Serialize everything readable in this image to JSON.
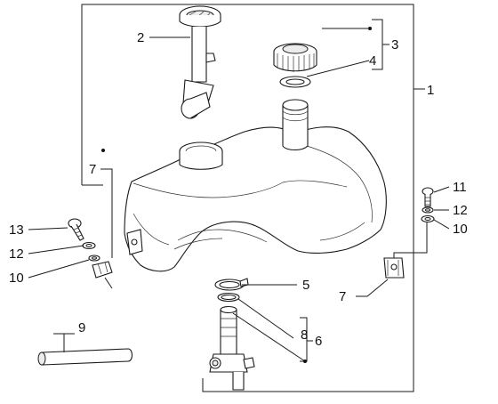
{
  "callouts": {
    "c1": "1",
    "c2": "2",
    "c3": "3",
    "c4": "4",
    "c5": "5",
    "c6": "6",
    "c7a": "7",
    "c7b": "7",
    "c8": "8",
    "c9": "9",
    "c10a": "10",
    "c10b": "10",
    "c11": "11",
    "c12a": "12",
    "c12b": "12",
    "c13": "13"
  },
  "icons": [
    "fuel-tank",
    "fuel-gauge-sender",
    "filler-cap",
    "cap-gasket",
    "hose-clamp",
    "fuel-tap",
    "o-ring",
    "fuel-hose",
    "mounting-screw",
    "washer",
    "spring-washer",
    "clip-nut"
  ],
  "colors": {
    "line": "#1a1a1a",
    "background": "#ffffff"
  }
}
